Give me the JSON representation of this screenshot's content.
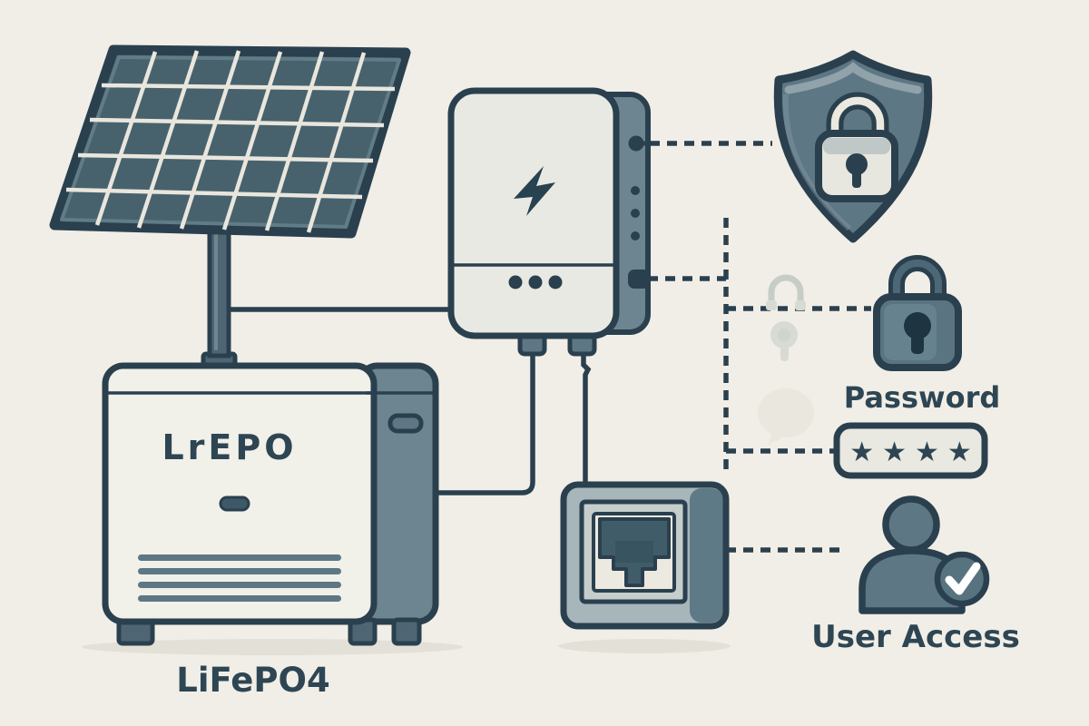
{
  "type": "illustration",
  "subject": "Solar energy storage system with security features diagram",
  "battery": {
    "brand_label": "LrEPO",
    "caption": "LiFePO4"
  },
  "password": {
    "label": "Password",
    "masked_value": "★★★★"
  },
  "user_access": {
    "label": "User Access"
  },
  "icons": {
    "solar-panel-icon": "photovoltaic panel, 5 rows x 7 columns of cells, on a pole",
    "battery-icon": "battery cabinet with vent lines and feet",
    "inverter-icon": "wall charge controller with lightning bolt and status dots",
    "lightning-bolt-icon": "⚡",
    "ethernet-port-icon": "RJ45 network socket",
    "shield-lock-icon": "shield containing a padlock",
    "padlock-icon": "locked padlock",
    "password-field-icon": "rounded input box with four stars",
    "user-icon": "person silhouette with checkmark badge",
    "check-icon": "✓"
  },
  "colors": {
    "background": "#f1eee7",
    "outline_ink": "#2a404e",
    "slate": "#5d7884",
    "slate_side": "#6d8590",
    "panel_cell": "#47626d",
    "surface_light": "#f0efe8",
    "port_body": "#a6b6ba",
    "text": "#2e4653"
  }
}
